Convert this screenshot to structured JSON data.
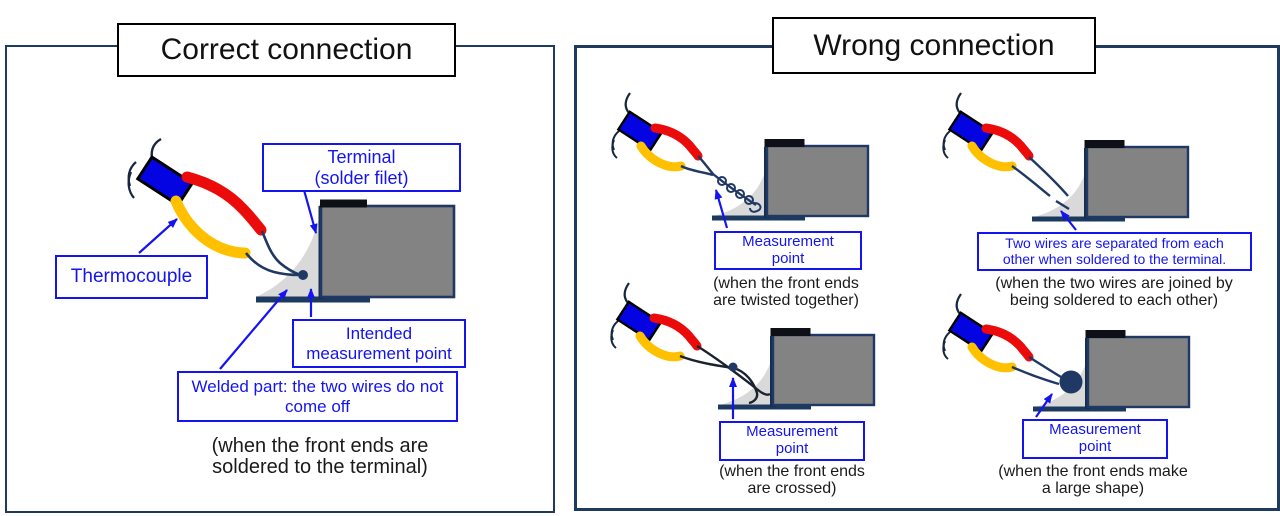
{
  "panels": {
    "correct": {
      "title": "Correct connection",
      "terminal_label": {
        "line1": "Terminal",
        "line2": "(solder filet)"
      },
      "thermocouple_label": "Thermocouple",
      "intended_label": {
        "line1": "Intended",
        "line2": "measurement point"
      },
      "welded_label": {
        "line1": "Welded part: the two wires do not",
        "line2": "come off"
      },
      "caption": {
        "line1": "(when the front ends are",
        "line2": "soldered to the terminal)"
      }
    },
    "wrong": {
      "title": "Wrong connection",
      "diagrams": [
        {
          "label": {
            "line1": "Measurement",
            "line2": "point"
          },
          "caption": {
            "line1": "(when the front ends",
            "line2": "are twisted together)"
          }
        },
        {
          "label": {
            "line1": "Two wires are separated from each",
            "line2": "other when soldered to the terminal."
          },
          "caption": {
            "line1": "(when the two wires are joined by",
            "line2": "being soldered to each other)"
          }
        },
        {
          "label": {
            "line1": "Measurement",
            "line2": "point"
          },
          "caption": {
            "line1": "(when the front ends",
            "line2": "are crossed)"
          }
        },
        {
          "label": {
            "line1": "Measurement",
            "line2": "point"
          },
          "caption": {
            "line1": "(when the front ends make",
            "line2": "a large shape)"
          }
        }
      ]
    }
  },
  "colors": {
    "accent_blue": "#1414f0",
    "diagram_navy": "#1f3864",
    "body_blue": "#0404e2",
    "sleeve_red": "#ec0b0b",
    "sleeve_yellow": "#ffc000",
    "terminal_gray": "#838383",
    "fillet_gray": "#d9d9d9",
    "panel_border_navy": "#1e3a5c",
    "title_text": "#111111"
  }
}
